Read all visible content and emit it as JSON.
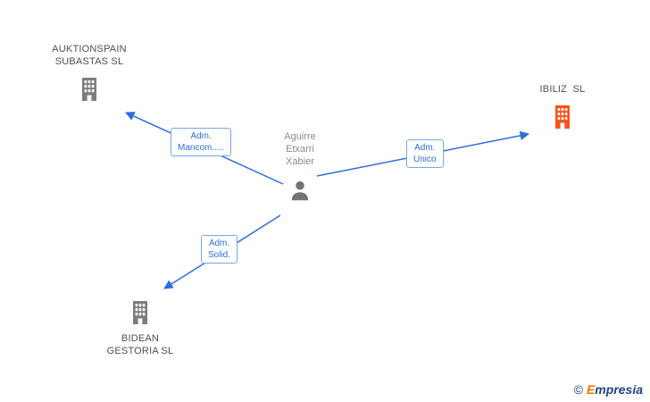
{
  "person": {
    "line1": "Aguirre",
    "line2": "Etxarri",
    "line3": "Xabier",
    "full_name": "Aguirre Etxarri Xabier",
    "icon": "person-silhouette-icon",
    "icon_color": "#737373"
  },
  "companies": [
    {
      "line1": "AUKTIONSPAIN",
      "line2": "SUBASTAS SL",
      "full_name": "AUKTIONSPAIN SUBASTAS SL",
      "icon": "building-icon",
      "color": "#7d7d7d"
    },
    {
      "line1": "IBILIZ  SL",
      "line2": "",
      "full_name": "IBILIZ SL",
      "icon": "building-icon",
      "color": "#ff4f17"
    },
    {
      "line1": "BIDEAN",
      "line2": "GESTORIA SL",
      "full_name": "BIDEAN GESTORIA SL",
      "icon": "building-icon",
      "color": "#7d7d7d"
    }
  ],
  "edges": [
    {
      "label_line1": "Adm.",
      "label_line2": "Mancom.....",
      "from": "Aguirre Etxarri Xabier",
      "to": "AUKTIONSPAIN SUBASTAS SL"
    },
    {
      "label_line1": "Adm.",
      "label_line2": "Unico",
      "from": "Aguirre Etxarri Xabier",
      "to": "IBILIZ SL"
    },
    {
      "label_line1": "Adm.",
      "label_line2": "Solid.",
      "from": "Aguirre Etxarri Xabier",
      "to": "BIDEAN GESTORIA SL"
    }
  ],
  "colors": {
    "edge": "#2e6ce0",
    "label_border": "#7aa7e9",
    "label_text": "#2e6ce0",
    "company_text": "#4f4f4f",
    "person_text": "#8a8a8a"
  },
  "footer": {
    "copyright": "©",
    "brand_initial": "E",
    "brand_rest": "mpresia",
    "color": "#1c4587",
    "accent": "#ff6d00"
  }
}
